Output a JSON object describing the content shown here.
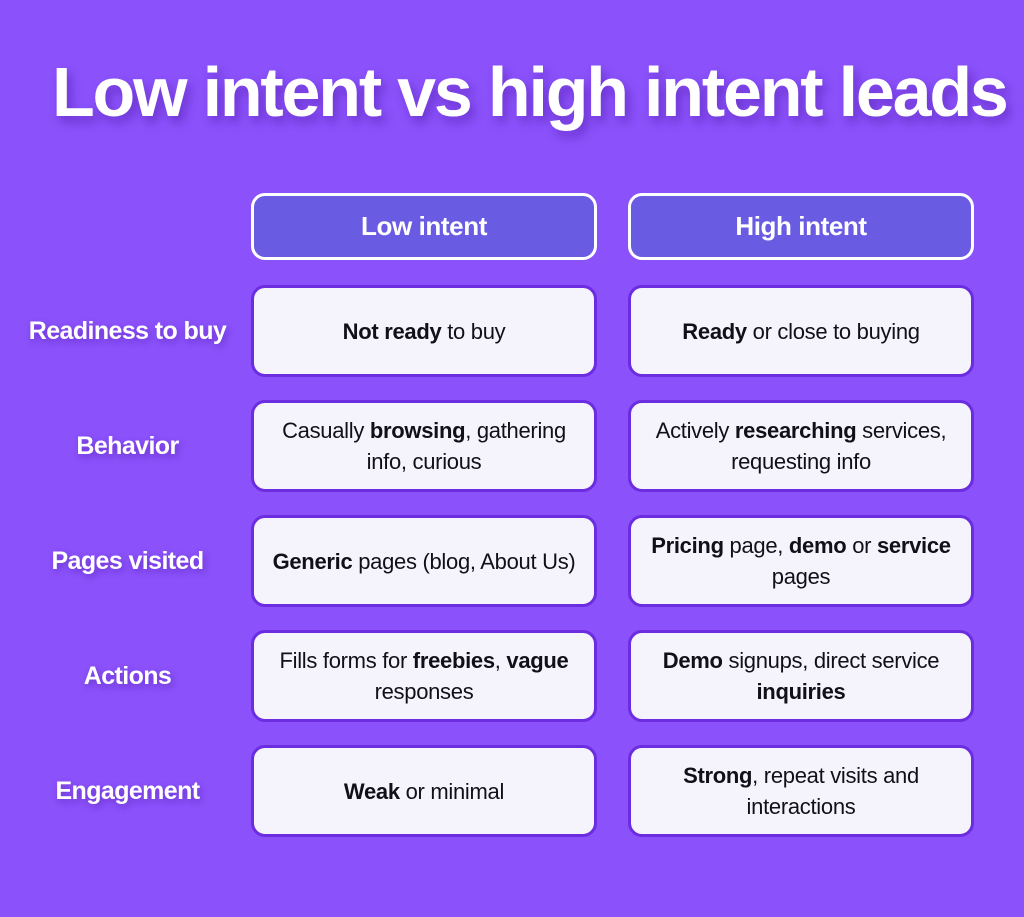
{
  "title": "Low intent vs high intent leads",
  "colors": {
    "background": "#8b51fb",
    "header_pill_fill": "#6a5ce2",
    "header_pill_border": "#ffffff",
    "card_fill": "#f5f4fc",
    "card_border": "#6c2ce0",
    "label_text": "#ffffff",
    "card_text": "#111018"
  },
  "columns": [
    {
      "label": "Low intent"
    },
    {
      "label": "High intent"
    }
  ],
  "rows": [
    {
      "label": "Readiness to buy",
      "low": {
        "html": "<b>Not ready</b> to buy",
        "text": "Not ready to buy"
      },
      "high": {
        "html": "<b>Ready</b> or close to buying",
        "text": "Ready or close to buying"
      }
    },
    {
      "label": "Behavior",
      "low": {
        "html": "Casually <b>browsing</b>, gathering info, curious",
        "text": "Casually browsing, gathering info, curious"
      },
      "high": {
        "html": "Actively <b>researching</b> services, requesting info",
        "text": "Actively researching services, requesting info"
      }
    },
    {
      "label": "Pages visited",
      "low": {
        "html": "<b>Generic</b> pages (blog, About Us)",
        "text": "Generic pages (blog, About Us)"
      },
      "high": {
        "html": "<b>Pricing</b> page, <b>demo</b> or <b>service</b> pages",
        "text": "Pricing page, demo or service pages"
      }
    },
    {
      "label": "Actions",
      "low": {
        "html": "Fills forms for <b>freebies</b>, <b>vague</b> responses",
        "text": "Fills forms for freebies, vague responses"
      },
      "high": {
        "html": "<b>Demo</b> signups, direct service <b>inquiries</b>",
        "text": "Demo signups, direct service inquiries"
      }
    },
    {
      "label": "Engagement",
      "low": {
        "html": "<b>Weak</b> or minimal",
        "text": "Weak or minimal"
      },
      "high": {
        "html": "<b>Strong</b>, repeat visits and interactions",
        "text": "Strong, repeat visits and interactions"
      }
    }
  ]
}
